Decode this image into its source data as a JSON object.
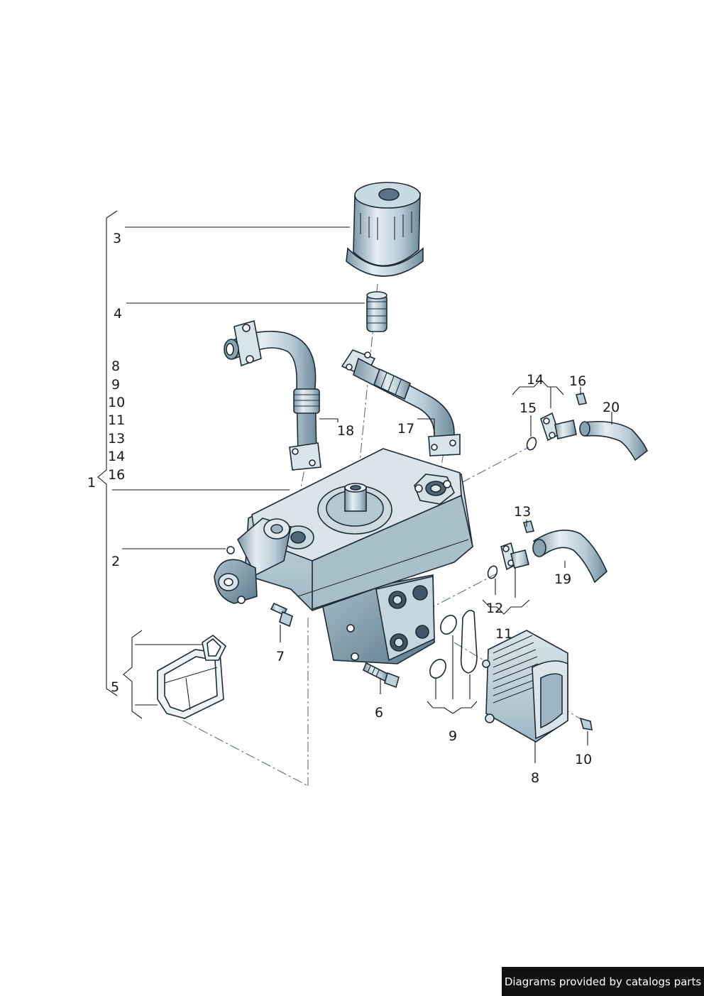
{
  "footer": {
    "credit": "Diagrams provided by catalogs parts"
  },
  "colors": {
    "part_fill_light": "#e4eef2",
    "part_fill_mid": "#b7ccd6",
    "part_fill_dark": "#7d98a8",
    "outline": "#1c2b36"
  },
  "callouts": {
    "c1": "1",
    "c2": "2",
    "c3": "3",
    "c4": "4",
    "c5": "5",
    "c6": "6",
    "c7": "7",
    "c8": "8",
    "c9": "9",
    "c10": "10",
    "c11": "11",
    "c12": "12",
    "c13": "13",
    "c14": "14",
    "c15": "15",
    "c16": "16",
    "c17": "17",
    "c18": "18",
    "c19": "19",
    "c20": "20"
  },
  "group_list": [
    "8",
    "9",
    "10",
    "11",
    "13",
    "14",
    "16"
  ]
}
